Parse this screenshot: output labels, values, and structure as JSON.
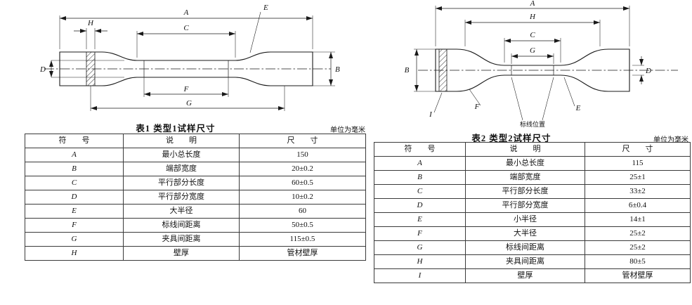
{
  "left": {
    "table_title": "表1  类型1试样尺寸",
    "unit_note": "单位为毫米",
    "diagram_labels": {
      "A": "A",
      "B": "B",
      "C": "C",
      "D": "D",
      "E": "E",
      "F": "F",
      "G": "G",
      "H": "H"
    },
    "table": {
      "headers": [
        "符　　号",
        "说　　明",
        "尺　　寸"
      ],
      "rows": [
        [
          "A",
          "最小总长度",
          "150"
        ],
        [
          "B",
          "端部宽度",
          "20±0.2"
        ],
        [
          "C",
          "平行部分长度",
          "60±0.5"
        ],
        [
          "D",
          "平行部分宽度",
          "10±0.2"
        ],
        [
          "E",
          "大半径",
          "60"
        ],
        [
          "F",
          "标线间距离",
          "50±0.5"
        ],
        [
          "G",
          "夹具间距离",
          "115±0.5"
        ],
        [
          "H",
          "壁厚",
          "管材壁厚"
        ]
      ]
    }
  },
  "right": {
    "table_title": "表2  类型2试样尺寸",
    "unit_note": "单位为毫米",
    "gauge_label": "标线位置",
    "diagram_labels": {
      "A": "A",
      "B": "B",
      "C": "C",
      "D": "D",
      "E": "E",
      "F": "F",
      "G": "G",
      "H": "H",
      "I": "I"
    },
    "table": {
      "headers": [
        "符　　号",
        "说　　明",
        "尺　　寸"
      ],
      "rows": [
        [
          "A",
          "最小总长度",
          "115"
        ],
        [
          "B",
          "端部宽度",
          "25±1"
        ],
        [
          "C",
          "平行部分长度",
          "33±2"
        ],
        [
          "D",
          "平行部分宽度",
          "6±0.4"
        ],
        [
          "E",
          "小半径",
          "14±1"
        ],
        [
          "F",
          "大半径",
          "25±2"
        ],
        [
          "G",
          "标线间距离",
          "25±2"
        ],
        [
          "H",
          "夹具间距离",
          "80±5"
        ],
        [
          "I",
          "壁厚",
          "管材壁厚"
        ]
      ]
    }
  }
}
